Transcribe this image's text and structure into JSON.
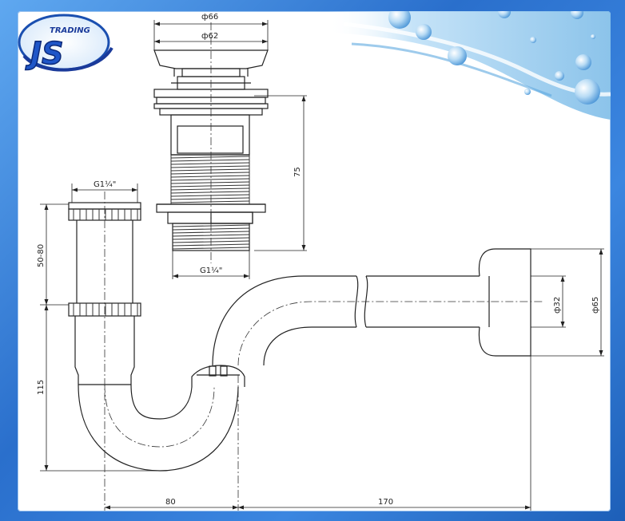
{
  "logo": {
    "tagline": "TRADING",
    "brand": "JS"
  },
  "dimensions": {
    "waste_outer_diameter": "ф66",
    "waste_inner_diameter": "ф62",
    "waste_height": "75",
    "waste_thread": "G1¼\"",
    "trap_thread": "G1¼\"",
    "tail_adjust": "50-80",
    "trap_height": "115",
    "horizontal_offset": "80",
    "outlet_length": "170",
    "pipe_diameter": "ф32",
    "flange_diameter": "ф65"
  }
}
